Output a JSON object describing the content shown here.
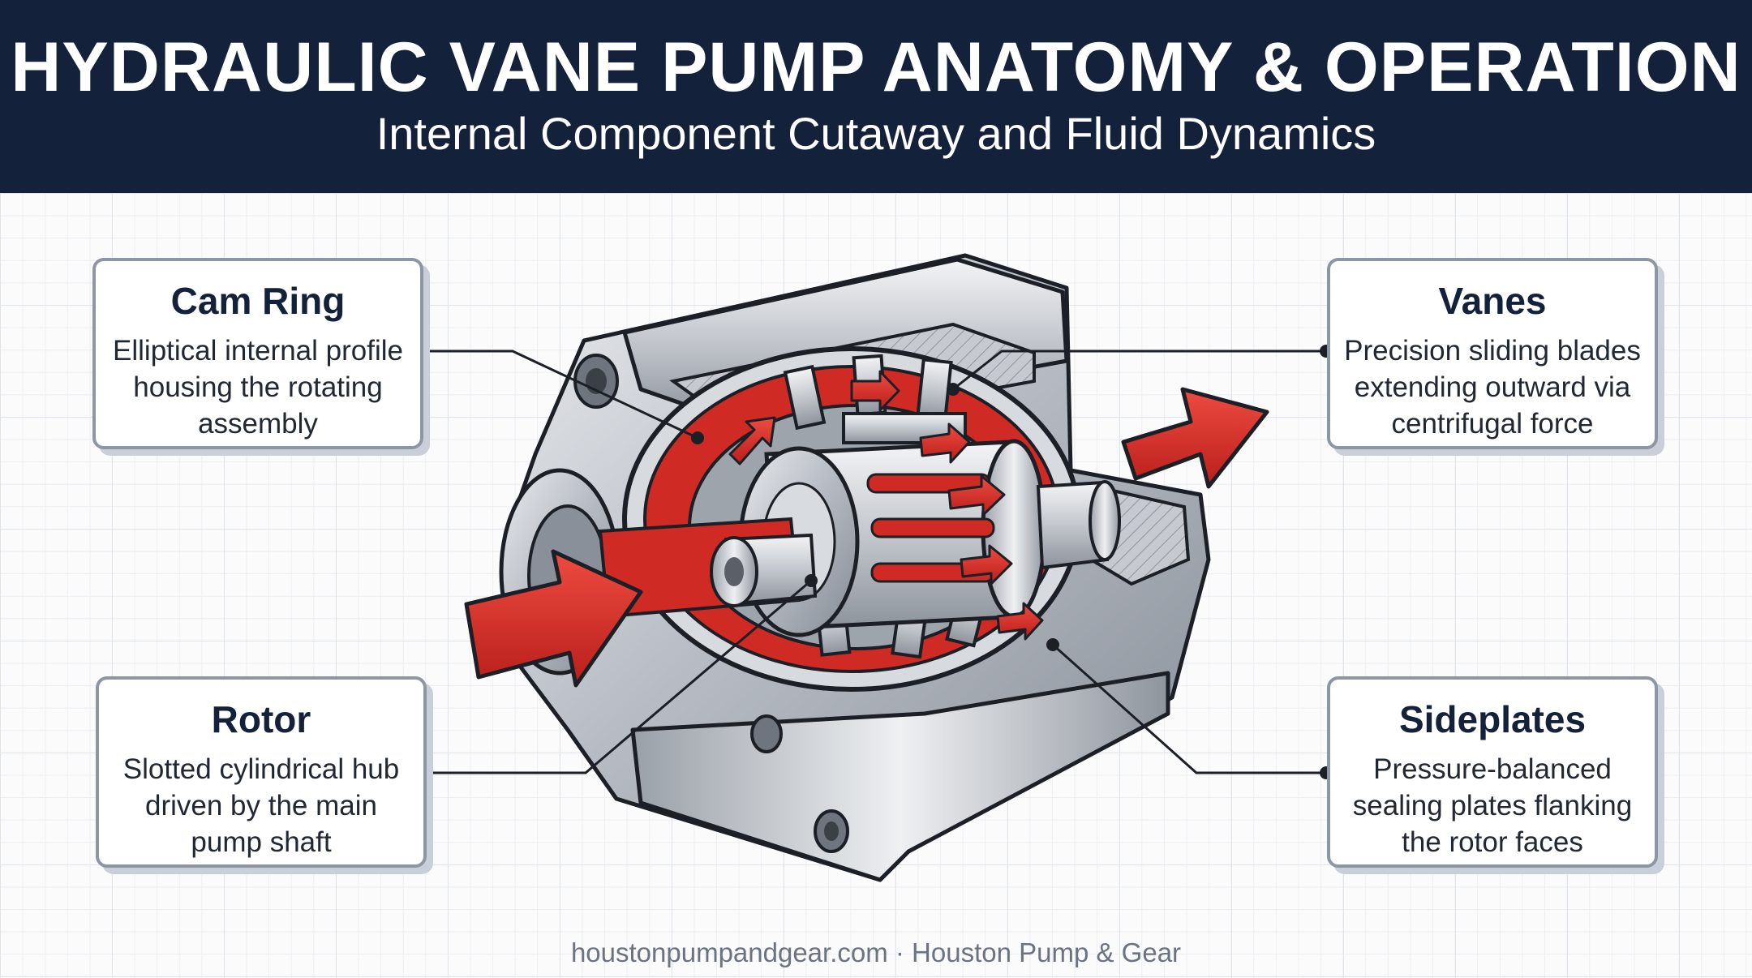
{
  "header": {
    "title": "HYDRAULIC VANE PUMP ANATOMY & OPERATION",
    "subtitle": "Internal Component Cutaway and Fluid Dynamics"
  },
  "callouts": {
    "cam_ring": {
      "title": "Cam Ring",
      "description": "Elliptical internal profile housing the rotating assembly"
    },
    "vanes": {
      "title": "Vanes",
      "description": "Precision sliding blades extending outward via centrifugal force"
    },
    "rotor": {
      "title": "Rotor",
      "description": "Slotted cylindrical hub driven by the main pump shaft"
    },
    "sideplates": {
      "title": "Sideplates",
      "description": "Pressure-balanced sealing plates flanking the rotor faces"
    }
  },
  "footer": {
    "text": "houstonpumpandgear.com · Houston Pump & Gear"
  },
  "colors": {
    "header_bg": "#13213a",
    "fluid_arrow": "#d42a24",
    "housing_metal": "#b9bec6",
    "leader_line": "#1c1f26"
  }
}
